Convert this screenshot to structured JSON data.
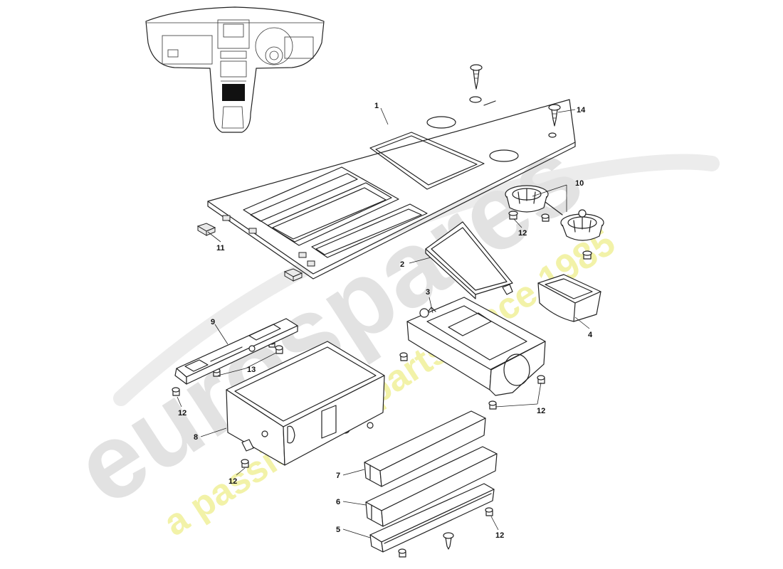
{
  "watermark": {
    "brand": "eurospares",
    "tagline": "a passion for parts since 1985",
    "brand_color": "#e2e2e2",
    "tagline_color": "#f2f2a8"
  },
  "callouts": [
    {
      "id": "c1",
      "label": "1"
    },
    {
      "id": "c2",
      "label": "2"
    },
    {
      "id": "c3",
      "label": "3"
    },
    {
      "id": "c4",
      "label": "4"
    },
    {
      "id": "c5",
      "label": "5"
    },
    {
      "id": "c6",
      "label": "6"
    },
    {
      "id": "c7",
      "label": "7"
    },
    {
      "id": "c8",
      "label": "8"
    },
    {
      "id": "c9",
      "label": "9"
    },
    {
      "id": "c10",
      "label": "10"
    },
    {
      "id": "c11",
      "label": "11"
    },
    {
      "id": "c12a",
      "label": "12"
    },
    {
      "id": "c12b",
      "label": "12"
    },
    {
      "id": "c12c",
      "label": "12"
    },
    {
      "id": "c12d",
      "label": "12"
    },
    {
      "id": "c12e",
      "label": "12"
    },
    {
      "id": "c13",
      "label": "13"
    },
    {
      "id": "c14",
      "label": "14"
    }
  ],
  "icons": {
    "dashboard_locator": "dashboard-locator-icon",
    "screw": "screw-icon",
    "clip": "clip-icon"
  }
}
